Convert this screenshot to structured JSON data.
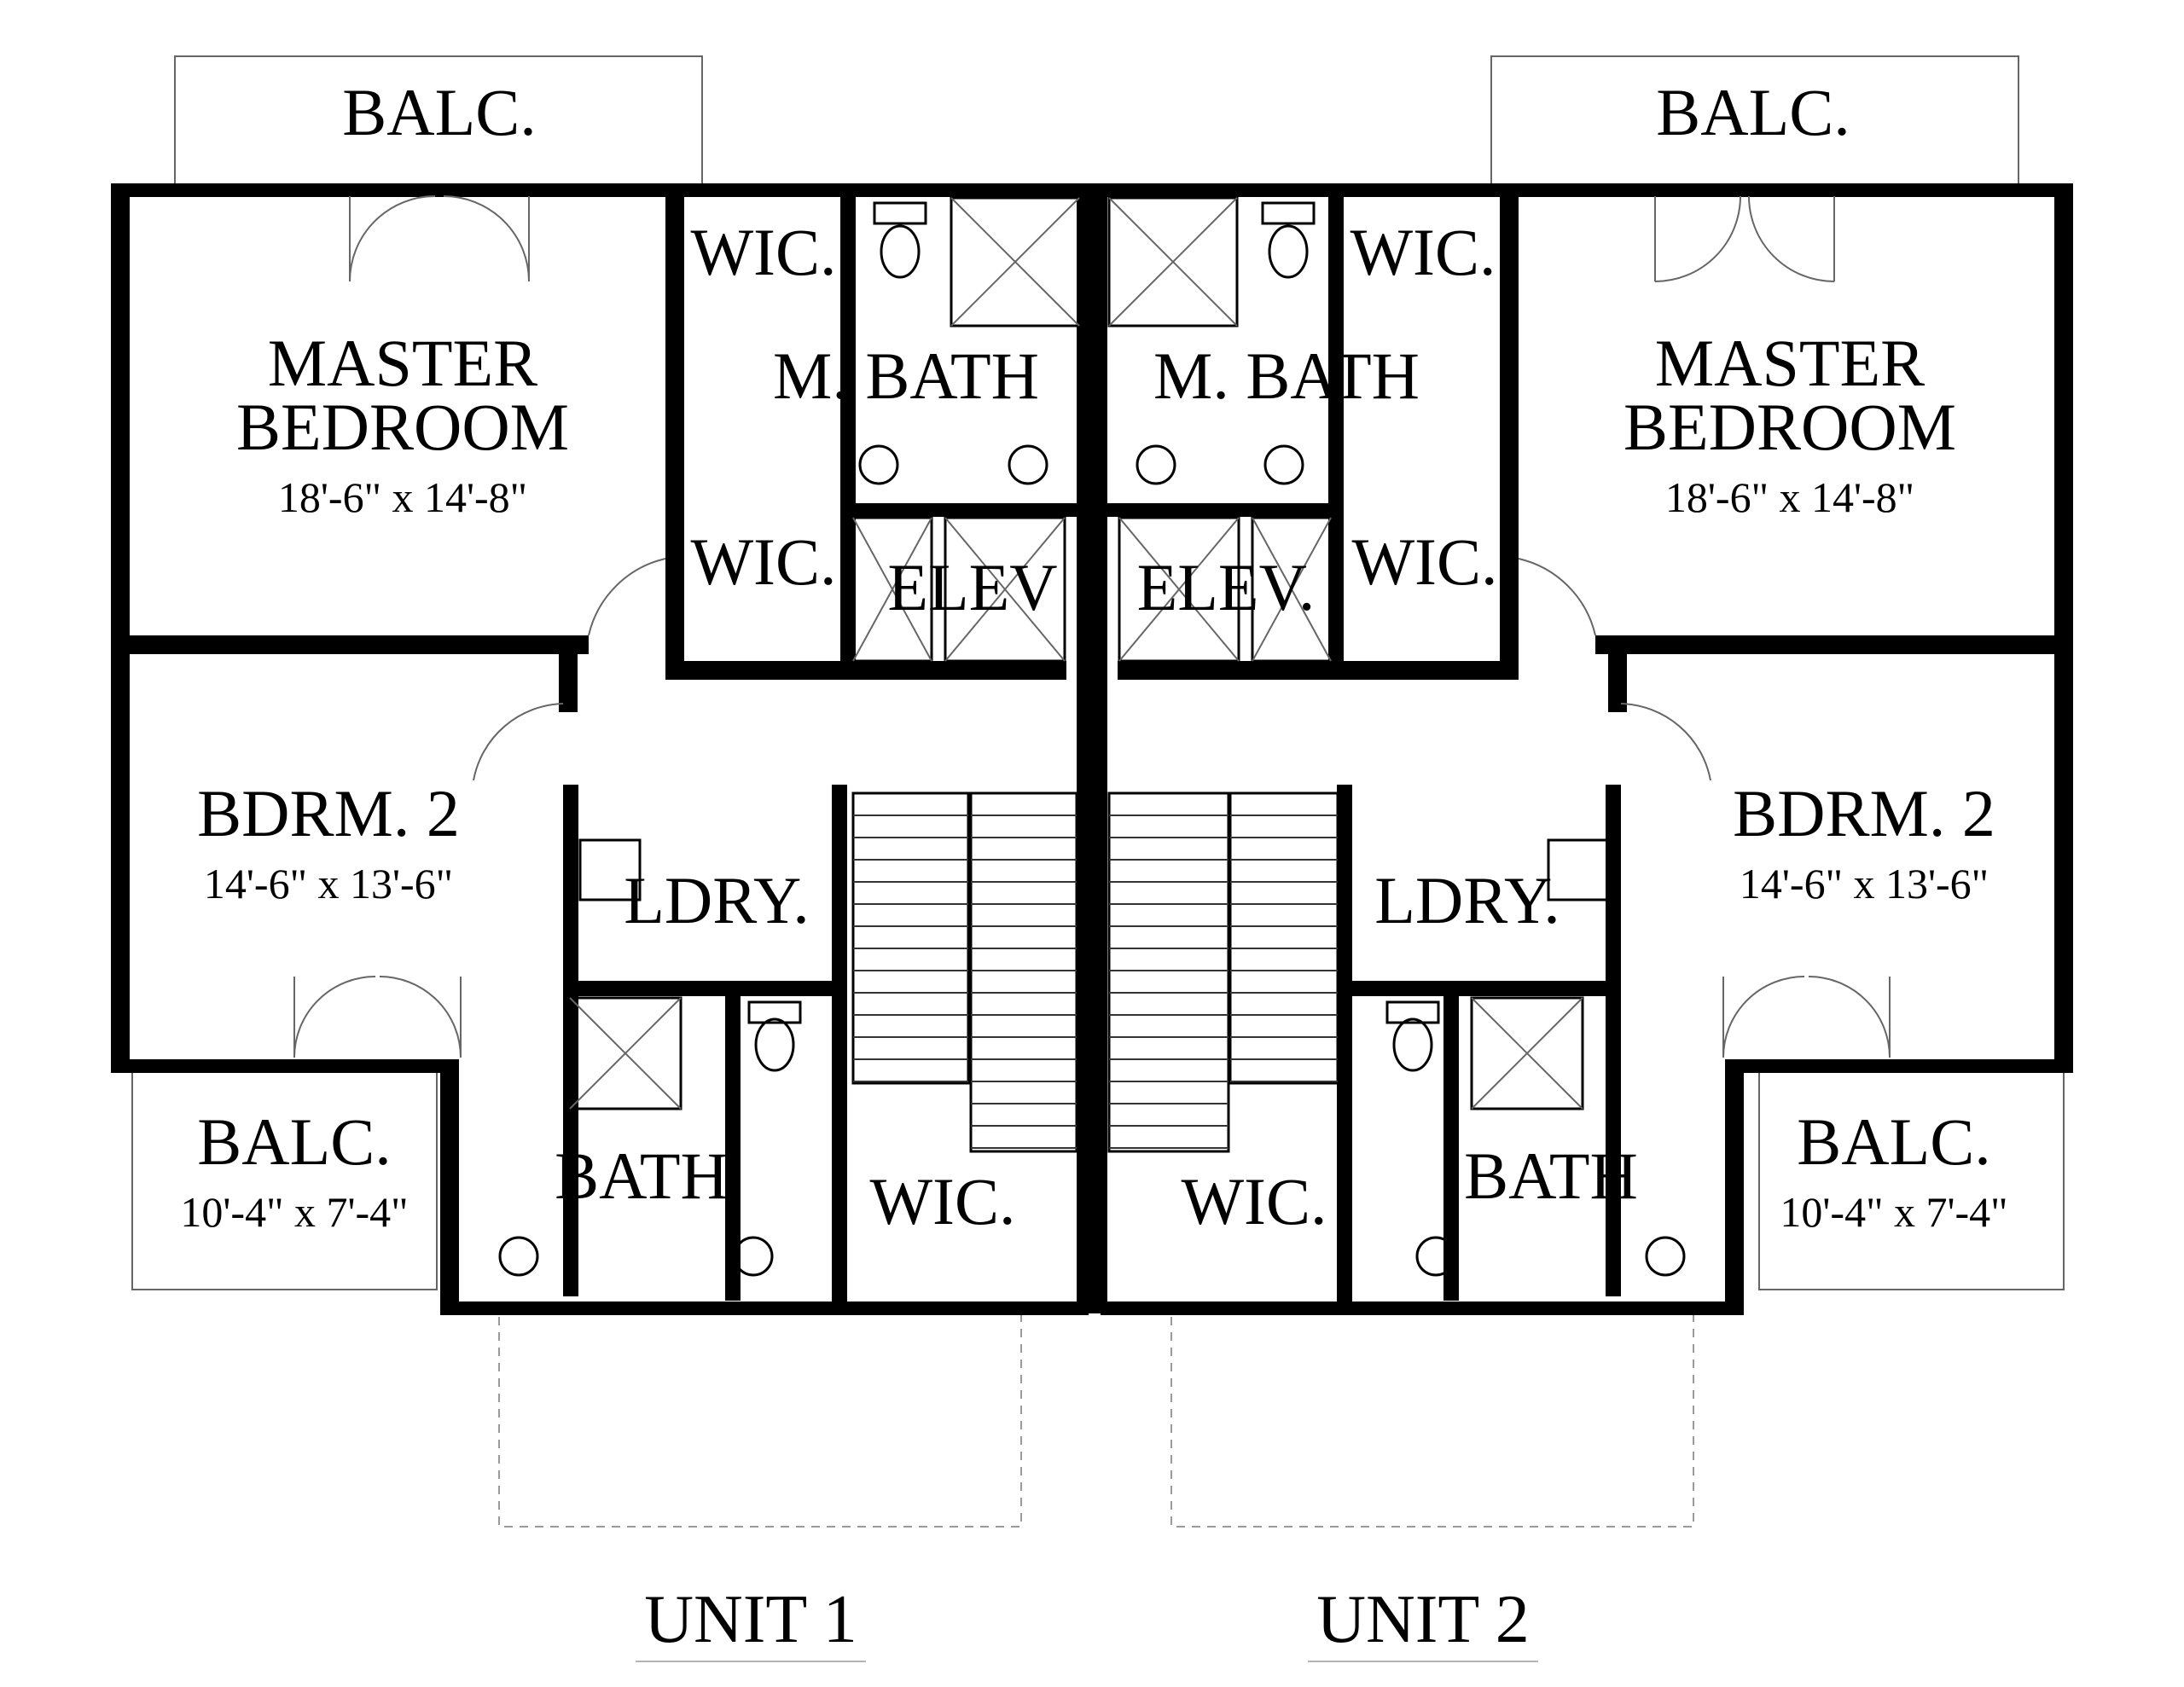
{
  "units": [
    {
      "label": "UNIT 1",
      "rooms": {
        "balc_top": "BALC.",
        "master_bedroom_line1": "MASTER",
        "master_bedroom_line2": "BEDROOM",
        "master_bedroom_dim": "18'-6\" x 14'-8\"",
        "wic_top": "WIC.",
        "m_bath": "M. BATH",
        "wic_mid": "WIC.",
        "elev": "ELEV",
        "bdrm2": "BDRM. 2",
        "bdrm2_dim": "14'-6\" x 13'-6\"",
        "ldry": "LDRY.",
        "balc_side": "BALC.",
        "balc_side_dim": "10'-4\" x 7'-4\"",
        "bath": "BATH",
        "wic_bottom": "WIC."
      }
    },
    {
      "label": "UNIT 2",
      "rooms": {
        "balc_top": "BALC.",
        "master_bedroom_line1": "MASTER",
        "master_bedroom_line2": "BEDROOM",
        "master_bedroom_dim": "18'-6\" x 14'-8\"",
        "wic_top": "WIC.",
        "m_bath": "M. BATH",
        "wic_mid": "WIC.",
        "elev": "ELEV.",
        "bdrm2": "BDRM. 2",
        "bdrm2_dim": "14'-6\" x 13'-6\"",
        "ldry": "LDRY.",
        "balc_side": "BALC.",
        "balc_side_dim": "10'-4\" x 7'-4\"",
        "bath": "BATH",
        "wic_bottom": "WIC."
      }
    }
  ]
}
